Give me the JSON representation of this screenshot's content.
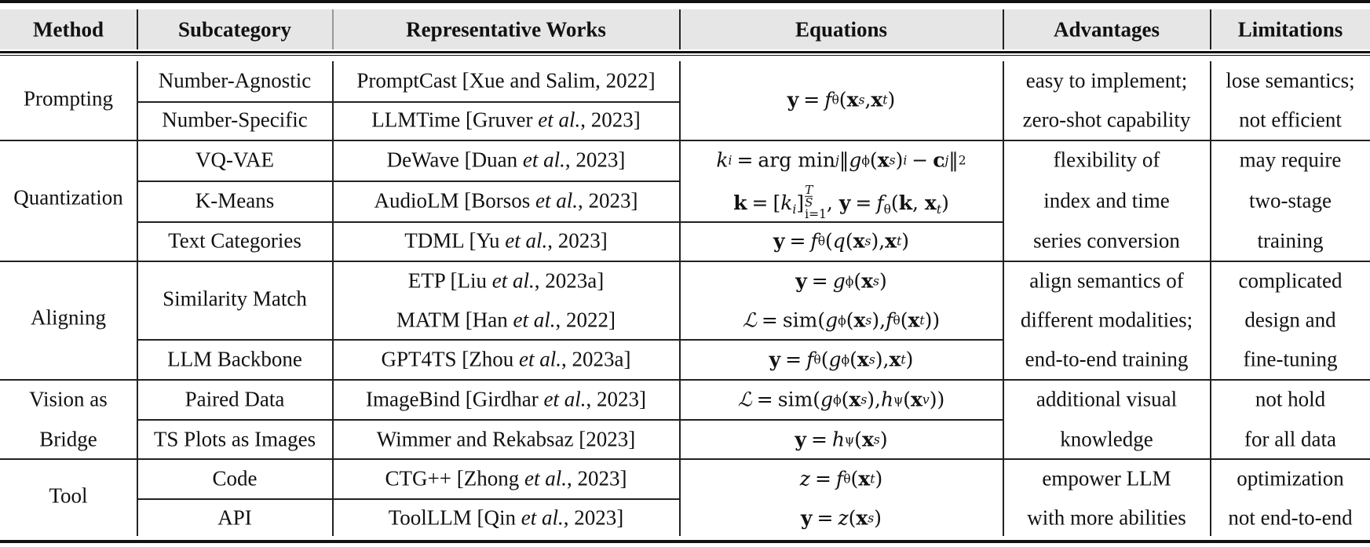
{
  "table": {
    "headers": {
      "method": "Method",
      "subcategory": "Subcategory",
      "works": "Representative Works",
      "equations": "Equations",
      "advantages": "Advantages",
      "limitations": "Limitations"
    },
    "sections": [
      {
        "method": "Prompting",
        "rows": [
          {
            "subcategory": "Number-Agnostic",
            "work_name": "PromptCast [Xue and Salim, 2022]",
            "work_etal": "",
            "work_tail": ""
          },
          {
            "subcategory": "Number-Specific",
            "work_name": "LLMTime [Gruver ",
            "work_etal": "et al.",
            "work_tail": ", 2023]"
          }
        ],
        "advantages": [
          "easy to implement;",
          "zero-shot capability"
        ],
        "limitations": [
          "lose semantics;",
          "not efficient"
        ]
      },
      {
        "method": "Quantization",
        "rows": [
          {
            "subcategory": "VQ-VAE",
            "work_name": "DeWave [Duan ",
            "work_etal": "et al.",
            "work_tail": ", 2023]"
          },
          {
            "subcategory": "K-Means",
            "work_name": "AudioLM [Borsos ",
            "work_etal": "et al.",
            "work_tail": ", 2023]"
          },
          {
            "subcategory": "Text Categories",
            "work_name": "TDML [Yu ",
            "work_etal": "et al.",
            "work_tail": ", 2023]"
          }
        ],
        "advantages": [
          "flexibility of",
          "index and time",
          "series conversion"
        ],
        "limitations": [
          "may require",
          "two-stage",
          "training"
        ]
      },
      {
        "method": "Aligning",
        "subcategories": [
          "Similarity Match",
          "LLM Backbone"
        ],
        "rows": [
          {
            "work_name": "ETP [Liu ",
            "work_etal": "et al.",
            "work_tail": ", 2023a]"
          },
          {
            "work_name": "MATM [Han ",
            "work_etal": "et al.",
            "work_tail": ", 2022]"
          },
          {
            "work_name": "GPT4TS [Zhou ",
            "work_etal": "et al.",
            "work_tail": ", 2023a]"
          }
        ],
        "advantages": [
          "align semantics of",
          "different modalities;",
          "end-to-end training"
        ],
        "limitations": [
          "complicated",
          "design and",
          "fine-tuning"
        ]
      },
      {
        "method_lines": [
          "Vision as",
          "Bridge"
        ],
        "rows": [
          {
            "subcategory": "Paired Data",
            "work_name": "ImageBind [Girdhar ",
            "work_etal": "et al.",
            "work_tail": ", 2023]"
          },
          {
            "subcategory": "TS Plots as Images",
            "work_name": "Wimmer and Rekabsaz [2023]",
            "work_etal": "",
            "work_tail": ""
          }
        ],
        "advantages": [
          "additional visual",
          "knowledge"
        ],
        "limitations": [
          "not hold",
          "for all data"
        ]
      },
      {
        "method": "Tool",
        "rows": [
          {
            "subcategory": "Code",
            "work_name": "CTG++ [Zhong ",
            "work_etal": "et al.",
            "work_tail": ", 2023]"
          },
          {
            "subcategory": "API",
            "work_name": "ToolLLM [Qin ",
            "work_etal": "et al.",
            "work_tail": ", 2023]"
          }
        ],
        "advantages": [
          "empower LLM",
          "with more abilities"
        ],
        "limitations": [
          "optimization",
          "not end-to-end"
        ]
      }
    ],
    "equations": {
      "prompting": [
        [
          "b",
          "y"
        ],
        [
          "op",
          "="
        ],
        [
          "i",
          "f"
        ],
        [
          "sub",
          "θ"
        ],
        [
          "r",
          "("
        ],
        [
          "b",
          "x"
        ],
        [
          "sub",
          "s"
        ],
        [
          "r",
          ", "
        ],
        [
          "b",
          "x"
        ],
        [
          "sub",
          "t"
        ],
        [
          "r",
          ")"
        ]
      ],
      "vq": [
        [
          "i",
          "k"
        ],
        [
          "sub",
          "i"
        ],
        [
          "op",
          "="
        ],
        [
          "r",
          "arg min"
        ],
        [
          "sub",
          "j"
        ],
        [
          "r",
          " ‖"
        ],
        [
          "i",
          "g"
        ],
        [
          "sub",
          "ϕ"
        ],
        [
          "r",
          "("
        ],
        [
          "b",
          "x"
        ],
        [
          "sub",
          "s"
        ],
        [
          "r",
          ")"
        ],
        [
          "sub",
          "i"
        ],
        [
          "op",
          "−"
        ],
        [
          "b",
          "c"
        ],
        [
          "sub",
          "j"
        ],
        [
          "r",
          "‖"
        ],
        [
          "sub",
          "2"
        ]
      ],
      "kmeans_a": [
        [
          "b",
          "k"
        ],
        [
          "op",
          "="
        ],
        [
          "r",
          "["
        ],
        [
          "i",
          "k"
        ],
        [
          "sub",
          "i"
        ],
        [
          "r",
          "]"
        ]
      ],
      "kmeans_frac_top": "T",
      "kmeans_frac_bottom": "S",
      "kmeans_lower": "i=1",
      "kmeans_b": [
        [
          "r",
          ", "
        ],
        [
          "b",
          "y"
        ],
        [
          "op",
          "="
        ],
        [
          "i",
          "f"
        ],
        [
          "sub",
          "θ"
        ],
        [
          "r",
          "("
        ],
        [
          "b",
          "k"
        ],
        [
          "r",
          ", "
        ],
        [
          "b",
          "x"
        ],
        [
          "sub",
          "t"
        ],
        [
          "r",
          ")"
        ]
      ],
      "text_cat": [
        [
          "b",
          "y"
        ],
        [
          "op",
          "="
        ],
        [
          "i",
          "f"
        ],
        [
          "sub",
          "θ"
        ],
        [
          "r",
          "("
        ],
        [
          "i",
          "q"
        ],
        [
          "r",
          "("
        ],
        [
          "b",
          "x"
        ],
        [
          "sub",
          "s"
        ],
        [
          "r",
          "), "
        ],
        [
          "b",
          "x"
        ],
        [
          "sub",
          "t"
        ],
        [
          "r",
          ")"
        ]
      ],
      "etp": [
        [
          "b",
          "y"
        ],
        [
          "op",
          "="
        ],
        [
          "i",
          "g"
        ],
        [
          "sub",
          "ϕ"
        ],
        [
          "r",
          "("
        ],
        [
          "b",
          "x"
        ],
        [
          "sub",
          "s"
        ],
        [
          "r",
          ")"
        ]
      ],
      "matm": [
        [
          "cal",
          "ℒ"
        ],
        [
          "op",
          "="
        ],
        [
          "r",
          "sim("
        ],
        [
          "i",
          "g"
        ],
        [
          "sub",
          "ϕ"
        ],
        [
          "r",
          "("
        ],
        [
          "b",
          "x"
        ],
        [
          "sub",
          "s"
        ],
        [
          "r",
          "), "
        ],
        [
          "i",
          "f"
        ],
        [
          "sub",
          "θ"
        ],
        [
          "r",
          "("
        ],
        [
          "b",
          "x"
        ],
        [
          "sub",
          "t"
        ],
        [
          "r",
          "))"
        ]
      ],
      "gpt4ts": [
        [
          "b",
          "y"
        ],
        [
          "op",
          "="
        ],
        [
          "i",
          "f"
        ],
        [
          "sub",
          "θ"
        ],
        [
          "r",
          "("
        ],
        [
          "i",
          "g"
        ],
        [
          "sub",
          "ϕ"
        ],
        [
          "r",
          "("
        ],
        [
          "b",
          "x"
        ],
        [
          "sub",
          "s"
        ],
        [
          "r",
          "), "
        ],
        [
          "b",
          "x"
        ],
        [
          "sub",
          "t"
        ],
        [
          "r",
          ")"
        ]
      ],
      "paired": [
        [
          "cal",
          "ℒ"
        ],
        [
          "op",
          "="
        ],
        [
          "r",
          "sim("
        ],
        [
          "i",
          "g"
        ],
        [
          "sub",
          "ϕ"
        ],
        [
          "r",
          "("
        ],
        [
          "b",
          "x"
        ],
        [
          "sub",
          "s"
        ],
        [
          "r",
          "), "
        ],
        [
          "i",
          "h"
        ],
        [
          "sub",
          "ψ"
        ],
        [
          "r",
          "("
        ],
        [
          "b",
          "x"
        ],
        [
          "sub",
          "v"
        ],
        [
          "r",
          "))"
        ]
      ],
      "tsplots": [
        [
          "b",
          "y"
        ],
        [
          "op",
          "="
        ],
        [
          "i",
          "h"
        ],
        [
          "sub",
          "ψ"
        ],
        [
          "r",
          "("
        ],
        [
          "b",
          "x"
        ],
        [
          "sub",
          "s"
        ],
        [
          "r",
          ")"
        ]
      ],
      "code": [
        [
          "i",
          "z"
        ],
        [
          "op",
          "="
        ],
        [
          "i",
          "f"
        ],
        [
          "sub",
          "θ"
        ],
        [
          "r",
          "("
        ],
        [
          "b",
          "x"
        ],
        [
          "sub",
          "t"
        ],
        [
          "r",
          ")"
        ]
      ],
      "api": [
        [
          "b",
          "y"
        ],
        [
          "op",
          "="
        ],
        [
          "i",
          "z"
        ],
        [
          "r",
          "("
        ],
        [
          "b",
          "x"
        ],
        [
          "sub",
          "s"
        ],
        [
          "r",
          ")"
        ]
      ]
    }
  }
}
